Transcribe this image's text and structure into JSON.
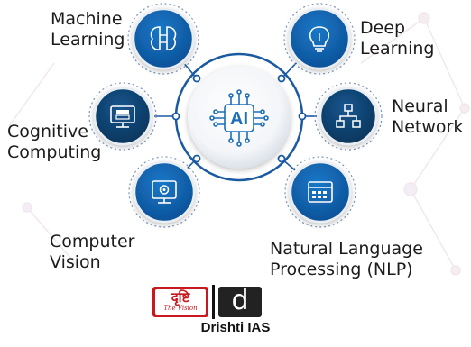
{
  "center": {
    "label": "AI"
  },
  "nodes": [
    {
      "label_lines": [
        "Machine",
        "Learning"
      ],
      "icon": "brain-icon"
    },
    {
      "label_lines": [
        "Deep",
        "Learning"
      ],
      "icon": "lightbulb-icon"
    },
    {
      "label_lines": [
        "Cognitive",
        "Computing"
      ],
      "icon": "monitor-icon"
    },
    {
      "label_lines": [
        "Neural",
        "Network"
      ],
      "icon": "network-icon"
    },
    {
      "label_lines": [
        "Computer",
        "Vision"
      ],
      "icon": "monitor-gear-icon"
    },
    {
      "label_lines": [
        "Natural Language",
        "Processing (NLP)"
      ],
      "icon": "document-grid-icon"
    }
  ],
  "brand": {
    "name": "Drishti IAS",
    "logo_hindi": "दृष्टि",
    "logo_hindi_sub": "The Vision",
    "logo_letter": "d"
  },
  "watermark": "Drishti IAS",
  "colors": {
    "node_blue": "#0d5ea8",
    "node_dark": "#0e3f6e",
    "ring_blue": "#1a5aa0",
    "icon_blue": "#1f6fb8",
    "brand_red": "#c8191f"
  }
}
